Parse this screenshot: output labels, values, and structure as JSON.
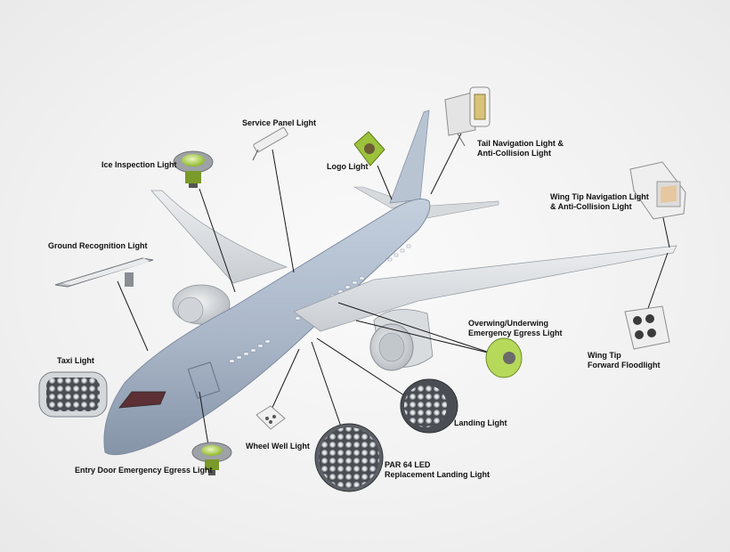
{
  "labels": {
    "service_panel": "Service Panel Light",
    "ice_inspection": "Ice Inspection Light",
    "logo": "Logo Light",
    "tail_nav_1": "Tail Navigation Light &",
    "tail_nav_2": "Anti-Collision Light",
    "wing_tip_nav_1": "Wing Tip Navigation Light",
    "wing_tip_nav_2": "& Anti-Collision Light",
    "ground_recognition": "Ground Recognition Light",
    "overwing_1": "Overwing/Underwing",
    "overwing_2": "Emergency Egress Light",
    "wing_tip_flood_1": "Wing Tip",
    "wing_tip_flood_2": "Forward Floodlight",
    "taxi": "Taxi Light",
    "landing": "Landing Light",
    "wheel_well": "Wheel Well Light",
    "par64_1": "PAR 64 LED",
    "par64_2": "Replacement Landing Light",
    "entry_door": "Entry Door Emergency Egress Light"
  },
  "colors": {
    "fuselage": "#a9b6c8",
    "wing": "#dcdfe3",
    "leader_line": "#1a1a1a",
    "lens_green": "#b7d95a",
    "label_text": "#111111"
  },
  "icons": [
    "service-panel-light-icon",
    "ice-inspection-light-icon",
    "logo-light-icon",
    "tail-navigation-light-icon",
    "wing-tip-navigation-light-icon",
    "ground-recognition-light-icon",
    "overwing-egress-light-icon",
    "wing-tip-floodlight-icon",
    "taxi-light-icon",
    "landing-light-icon",
    "wheel-well-light-icon",
    "par64-light-icon",
    "entry-door-egress-light-icon"
  ]
}
